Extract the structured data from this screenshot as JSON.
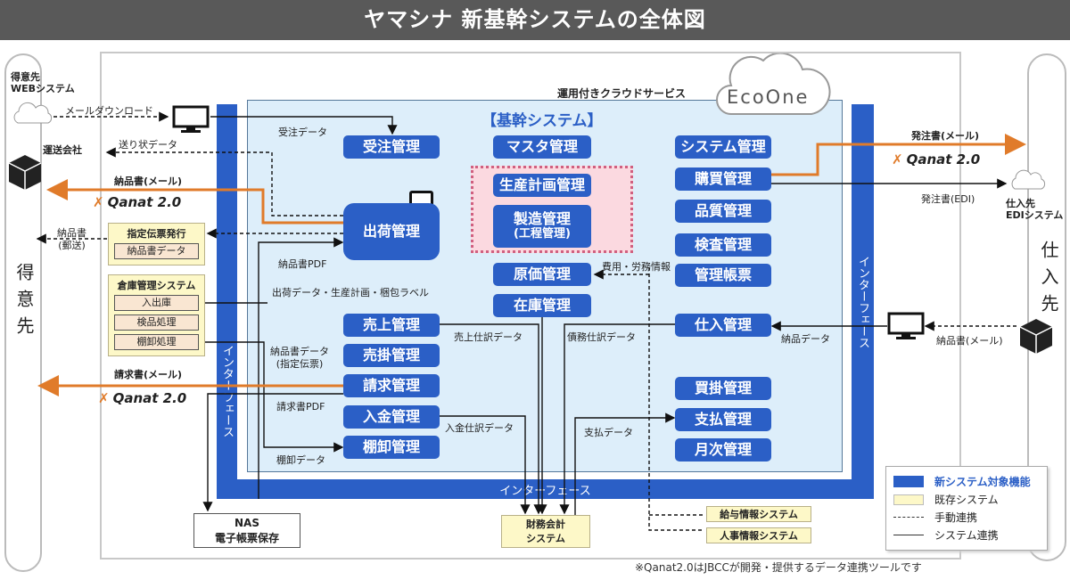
{
  "title": "ヤマシナ 新基幹システムの全体図",
  "left_party": {
    "name": "得意先",
    "web": "得意先\nWEBシステム",
    "carrier": "運送会社"
  },
  "right_party": {
    "name": "仕入先",
    "edi": "仕入先\nEDIシステム"
  },
  "cloud_service": "運用付きクラウドサービス",
  "ecoone": "EcoOne",
  "core_title": "【基幹システム】",
  "interface": "インターフェース",
  "qanat": "Qanat 2.0",
  "modules": {
    "juchu": "受注管理",
    "shukka": "出荷管理",
    "uriage": "売上管理",
    "urikake": "売掛管理",
    "seikyu": "請求管理",
    "nyukin": "入金管理",
    "tanaoroshi": "棚卸管理",
    "masta": "マスタ管理",
    "seisan": "生産計画管理",
    "seizo": "製造管理",
    "seizo_sub": "(工程管理)",
    "genka": "原価管理",
    "zaiko": "在庫管理",
    "system": "システム管理",
    "kobai": "購買管理",
    "hinshitsu": "品質管理",
    "kensa": "検査管理",
    "kanri": "管理帳票",
    "shiire": "仕入管理",
    "kaikake": "買掛管理",
    "shiharai": "支払管理",
    "getsuji": "月次管理"
  },
  "existing": {
    "shitei": "指定伝票発行",
    "shitei_item": "納品書データ",
    "soko": "倉庫管理システム",
    "soko_items": [
      "入出庫",
      "検品処理",
      "棚卸処理"
    ],
    "nas": "NAS",
    "nas_sub": "電子帳票保存",
    "zaimu": "財務会計\nシステム",
    "kyuyo": "給与情報システム",
    "jinji": "人事情報システム"
  },
  "flows": {
    "mail_dl": "メールダウンロード",
    "okurijo": "送り状データ",
    "nohin_mail": "納品書(メール)",
    "nohin_post": "納品書\n(郵送)",
    "juchu_data": "受注データ",
    "nohin_pdf": "納品書PDF",
    "shukka_data": "出荷データ・生産計画・梱包ラベル",
    "nohin_data_shitei": "納品書データ\n(指定伝票)",
    "seikyu_mail": "請求書(メール)",
    "seikyu_pdf": "請求書PDF",
    "tana_data": "棚卸データ",
    "uriage_shiwake": "売上仕訳データ",
    "saimu_shiwake": "債務仕訳データ",
    "nyukin_shiwake": "入金仕訳データ",
    "shiharai_data": "支払データ",
    "hiyo": "費用・労務情報",
    "hachu_mail": "発注書(メール)",
    "hachu_edi": "発注書(EDI)",
    "nohin_data": "納品データ",
    "nohin_mail_in": "納品書(メール)"
  },
  "legend": {
    "new": "新システム対象機能",
    "existing": "既存システム",
    "manual": "手動連携",
    "system": "システム連携"
  },
  "footnote": "※Qanat2.0はJBCCが開発・提供するデータ連携ツールです",
  "colors": {
    "module": "#2b5fc6",
    "existing": "#fdf8c8",
    "qanat": "#e07b2a",
    "core_bg": "#ddeefa"
  }
}
